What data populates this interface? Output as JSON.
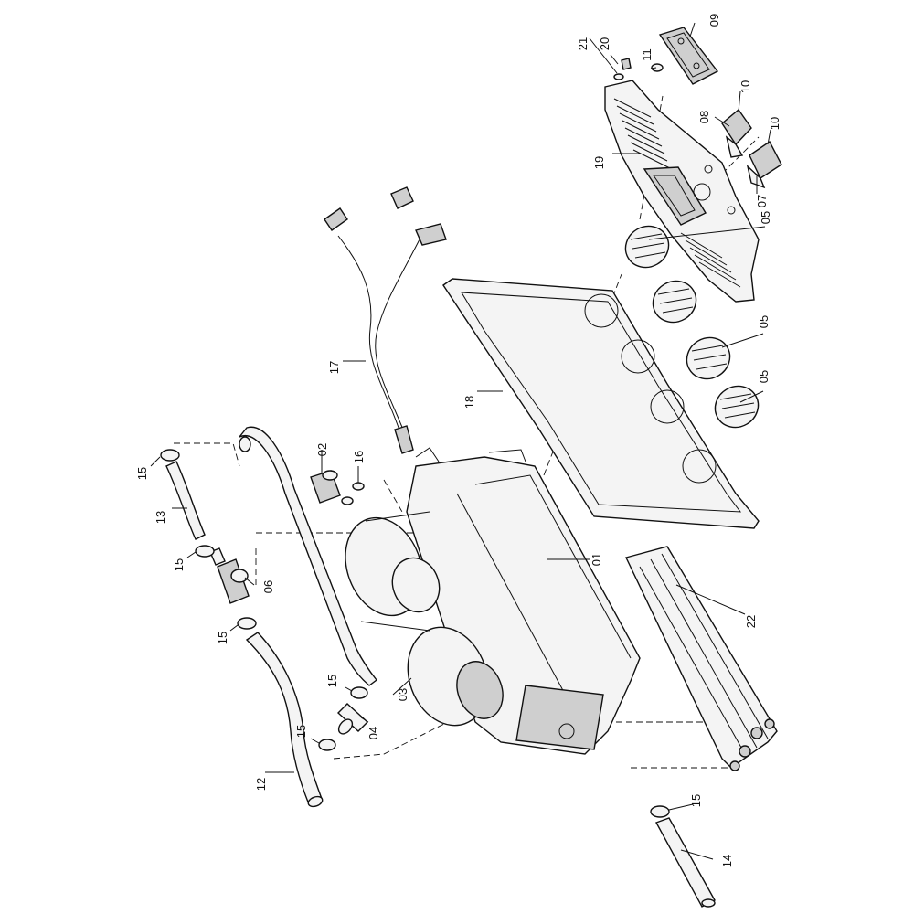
{
  "callouts": {
    "c01": "01",
    "c02": "02",
    "c03": "03",
    "c04": "04",
    "c05a": "05",
    "c05b": "05",
    "c05c": "05",
    "c06": "06",
    "c07": "07",
    "c08": "08",
    "c09": "09",
    "c10a": "10",
    "c10b": "10",
    "c11": "11",
    "c12": "12",
    "c13": "13",
    "c14": "14",
    "c15a": "15",
    "c15b": "15",
    "c15c": "15",
    "c15d": "15",
    "c15e": "15",
    "c15f": "15",
    "c16": "16",
    "c17": "17",
    "c18": "18",
    "c19": "19",
    "c20": "20",
    "c21": "21",
    "c22": "22"
  }
}
